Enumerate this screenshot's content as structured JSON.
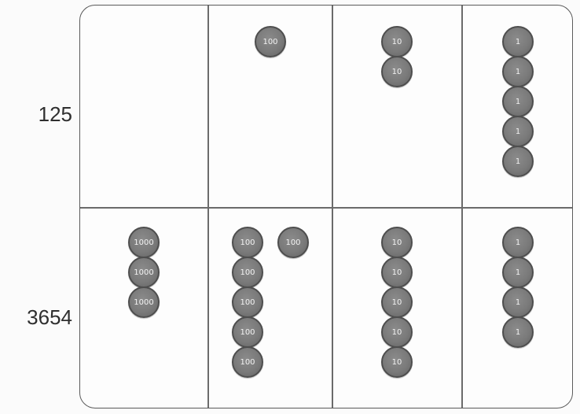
{
  "rows": [
    {
      "label": "125",
      "columns": [
        {
          "place": "thousands",
          "coins": []
        },
        {
          "place": "hundreds",
          "coins": [
            "100"
          ]
        },
        {
          "place": "tens",
          "coins": [
            "10",
            "10"
          ]
        },
        {
          "place": "ones",
          "coins": [
            "1",
            "1",
            "1",
            "1",
            "1"
          ]
        }
      ]
    },
    {
      "label": "3654",
      "columns": [
        {
          "place": "thousands",
          "coins": [
            "1000",
            "1000",
            "1000"
          ]
        },
        {
          "place": "hundreds",
          "coins": [
            "100",
            "100",
            "100",
            "100",
            "100",
            "100"
          ]
        },
        {
          "place": "tens",
          "coins": [
            "10",
            "10",
            "10",
            "10",
            "10"
          ]
        },
        {
          "place": "ones",
          "coins": [
            "1",
            "1",
            "1",
            "1"
          ]
        }
      ]
    }
  ],
  "colors": {
    "coin_fill": "#7a7a7a",
    "coin_border": "#4e4e4e",
    "coin_text": "#f2f2f2",
    "grid_line": "#6b6b6b"
  }
}
